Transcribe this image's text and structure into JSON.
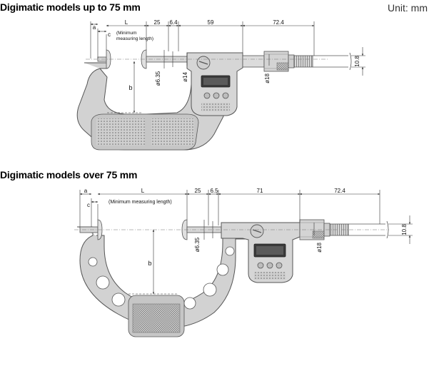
{
  "heading_top": "Digimatic models up to 75 mm",
  "heading_bottom": "Digimatic models over 75 mm",
  "unit_label": "Unit: mm",
  "top_diagram": {
    "dim_a": "a",
    "dim_c": "c",
    "dim_L": "L",
    "note_min_1": "(Minimum",
    "note_min_2": "measuring length)",
    "dim_25": "25",
    "dim_6_4": "6.4",
    "dim_59": "59",
    "dim_72_4": "72.4",
    "dim_10_8": "10.8",
    "dim_b": "b",
    "dim_dia_6_35": "ø6.35",
    "dim_dia_14": "ø14",
    "dim_dia_18": "ø18"
  },
  "bottom_diagram": {
    "dim_a": "a",
    "dim_c": "c",
    "dim_L": "L",
    "note_min": "(Minimum measuring length)",
    "dim_25": "25",
    "dim_6_5": "6.5",
    "dim_71": "71",
    "dim_72_4": "72.4",
    "dim_10_8": "10.8",
    "dim_b": "b",
    "dim_dia_6_35": "ø6.35",
    "dim_dia_18": "ø18"
  },
  "colors": {
    "body_fill": "#d2d2d2",
    "body_stroke": "#555555",
    "dim_line": "#333333",
    "display_dark": "#3a3a3a"
  }
}
